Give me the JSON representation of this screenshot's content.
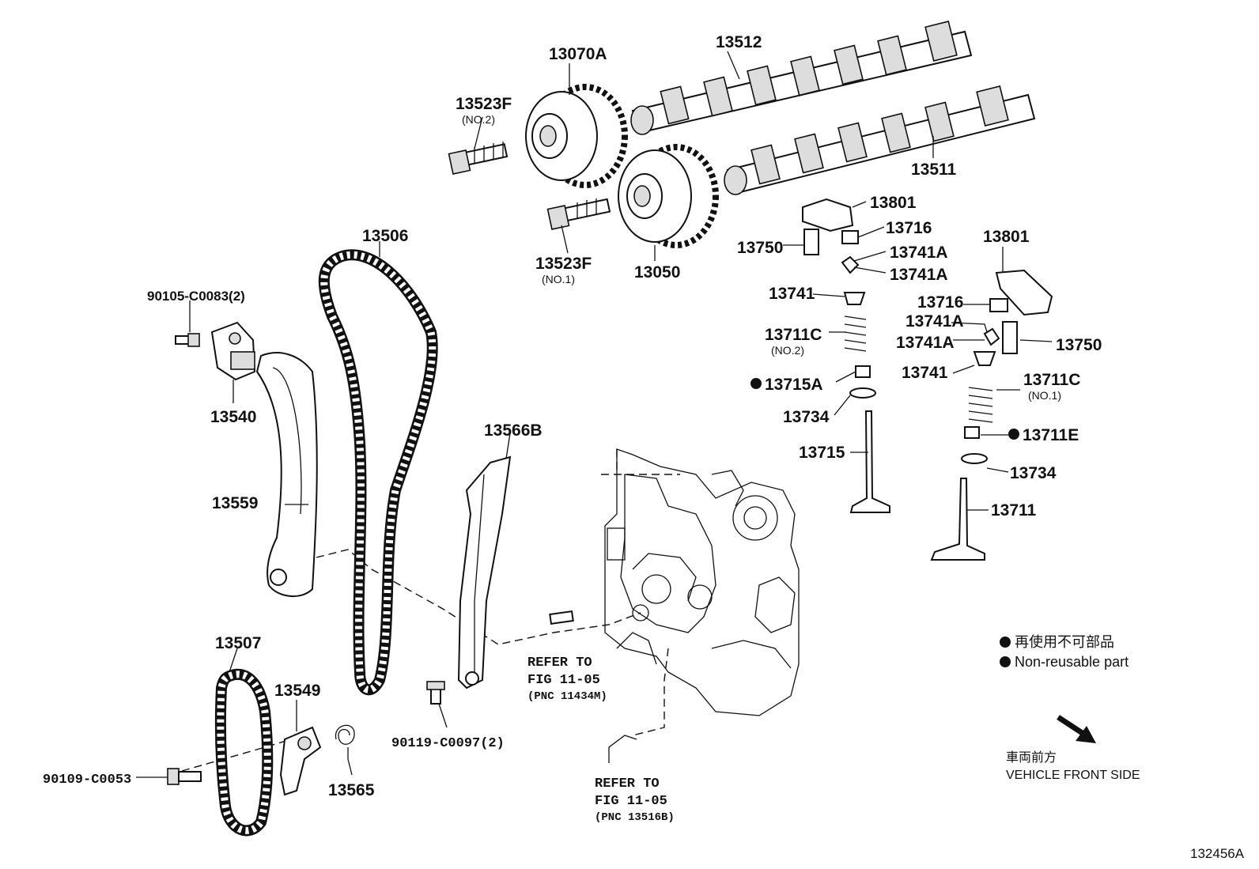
{
  "figure_id": "132456A",
  "labels": {
    "p13070A": "13070A",
    "p13512": "13512",
    "p13523F_2": "13523F",
    "p13523F_2_sub": "(NO.2)",
    "p13511": "13511",
    "p13801_a": "13801",
    "p13716_a": "13716",
    "p13750_a": "13750",
    "p13741A_a": "13741A",
    "p13741A_b": "13741A",
    "p13506": "13506",
    "p13523F_1": "13523F",
    "p13523F_1_sub": "(NO.1)",
    "p13050": "13050",
    "p13801_b": "13801",
    "p90105": "90105-C0083(2)",
    "p13741_a": "13741",
    "p13716_b": "13716",
    "p13741A_c": "13741A",
    "p13711C_2": "13711C",
    "p13711C_2_sub": "(NO.2)",
    "p13741A_d": "13741A",
    "p13750_b": "13750",
    "p13741_b": "13741",
    "p13540": "13540",
    "p13715A": "13715A",
    "p13711C_1": "13711C",
    "p13711C_1_sub": "(NO.1)",
    "p13734_a": "13734",
    "p13566B": "13566B",
    "p13711E": "13711E",
    "p13715": "13715",
    "p13734_b": "13734",
    "p13559": "13559",
    "p13711": "13711",
    "p13507": "13507",
    "p13549": "13549",
    "p90119": "90119-C0097(2)",
    "p90109": "90109-C0053",
    "p13565": "13565"
  },
  "refs": {
    "ref1_line1": "REFER TO",
    "ref1_line2": "FIG 11-05",
    "ref1_line3": "(PNC 11434M)",
    "ref2_line1": "REFER TO",
    "ref2_line2": "FIG 11-05",
    "ref2_line3": "(PNC 13516B)"
  },
  "legend": {
    "line_jp": "再使用不可部品",
    "line_en": "Non-reusable part"
  },
  "direction": {
    "line_jp": "車両前方",
    "line_en": "VEHICLE FRONT SIDE"
  }
}
